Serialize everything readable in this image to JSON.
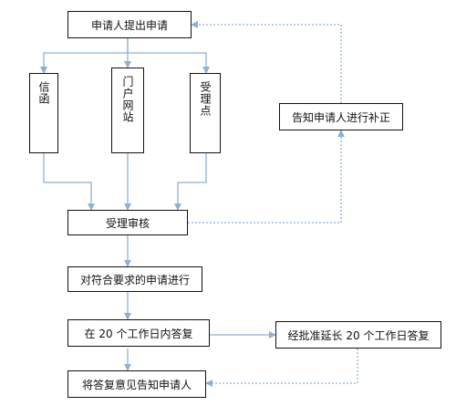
{
  "nodes": {
    "apply": "申请人提出申请",
    "letter": "信函",
    "portal": "门户网站",
    "counter": "受理点",
    "notify_correct": "告知申请人进行补正",
    "review": "受理审核",
    "process": "对符合要求的申请进行",
    "reply20": "在 20 个工作日内答复",
    "extend": "经批准延长 20 个工作日答复",
    "notify_result": "将答复意见告知申请人"
  },
  "colors": {
    "arrow": "#8fb0d4",
    "border": "#111111"
  }
}
